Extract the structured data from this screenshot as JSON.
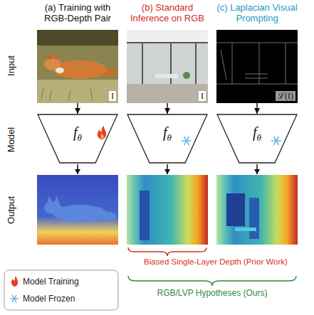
{
  "diagram": {
    "nodes": [
      {
        "text": [
          "I"
        ]
      },
      {
        "text": [
          "I"
        ]
      },
      {
        "text": [
          "ℒ(I)"
        ]
      },
      {
        "text": [
          "fθ"
        ]
      },
      {
        "text": [
          "fθ"
        ]
      },
      {
        "text": [
          "fθ"
        ]
      }
    ],
    "edges": [
      {
        "from": 0,
        "to": 3,
        "arrow": "to"
      },
      {
        "from": 1,
        "to": 4,
        "arrow": "to"
      },
      {
        "from": 2,
        "to": 5,
        "arrow": "to"
      }
    ],
    "labels": [
      "(a) Training with RGB-Depth Pair",
      "(b) Standard Inference on RGB",
      "(c) Laplacian Visual Prompting",
      "Input",
      "Model",
      "Output",
      "Biased Single-Layer Depth (Prior Work)",
      "RGB/LVP Hypotheses (Ours)"
    ],
    "legend": [
      {
        "text": "Model Training"
      },
      {
        "text": "Model Frozen"
      }
    ]
  }
}
